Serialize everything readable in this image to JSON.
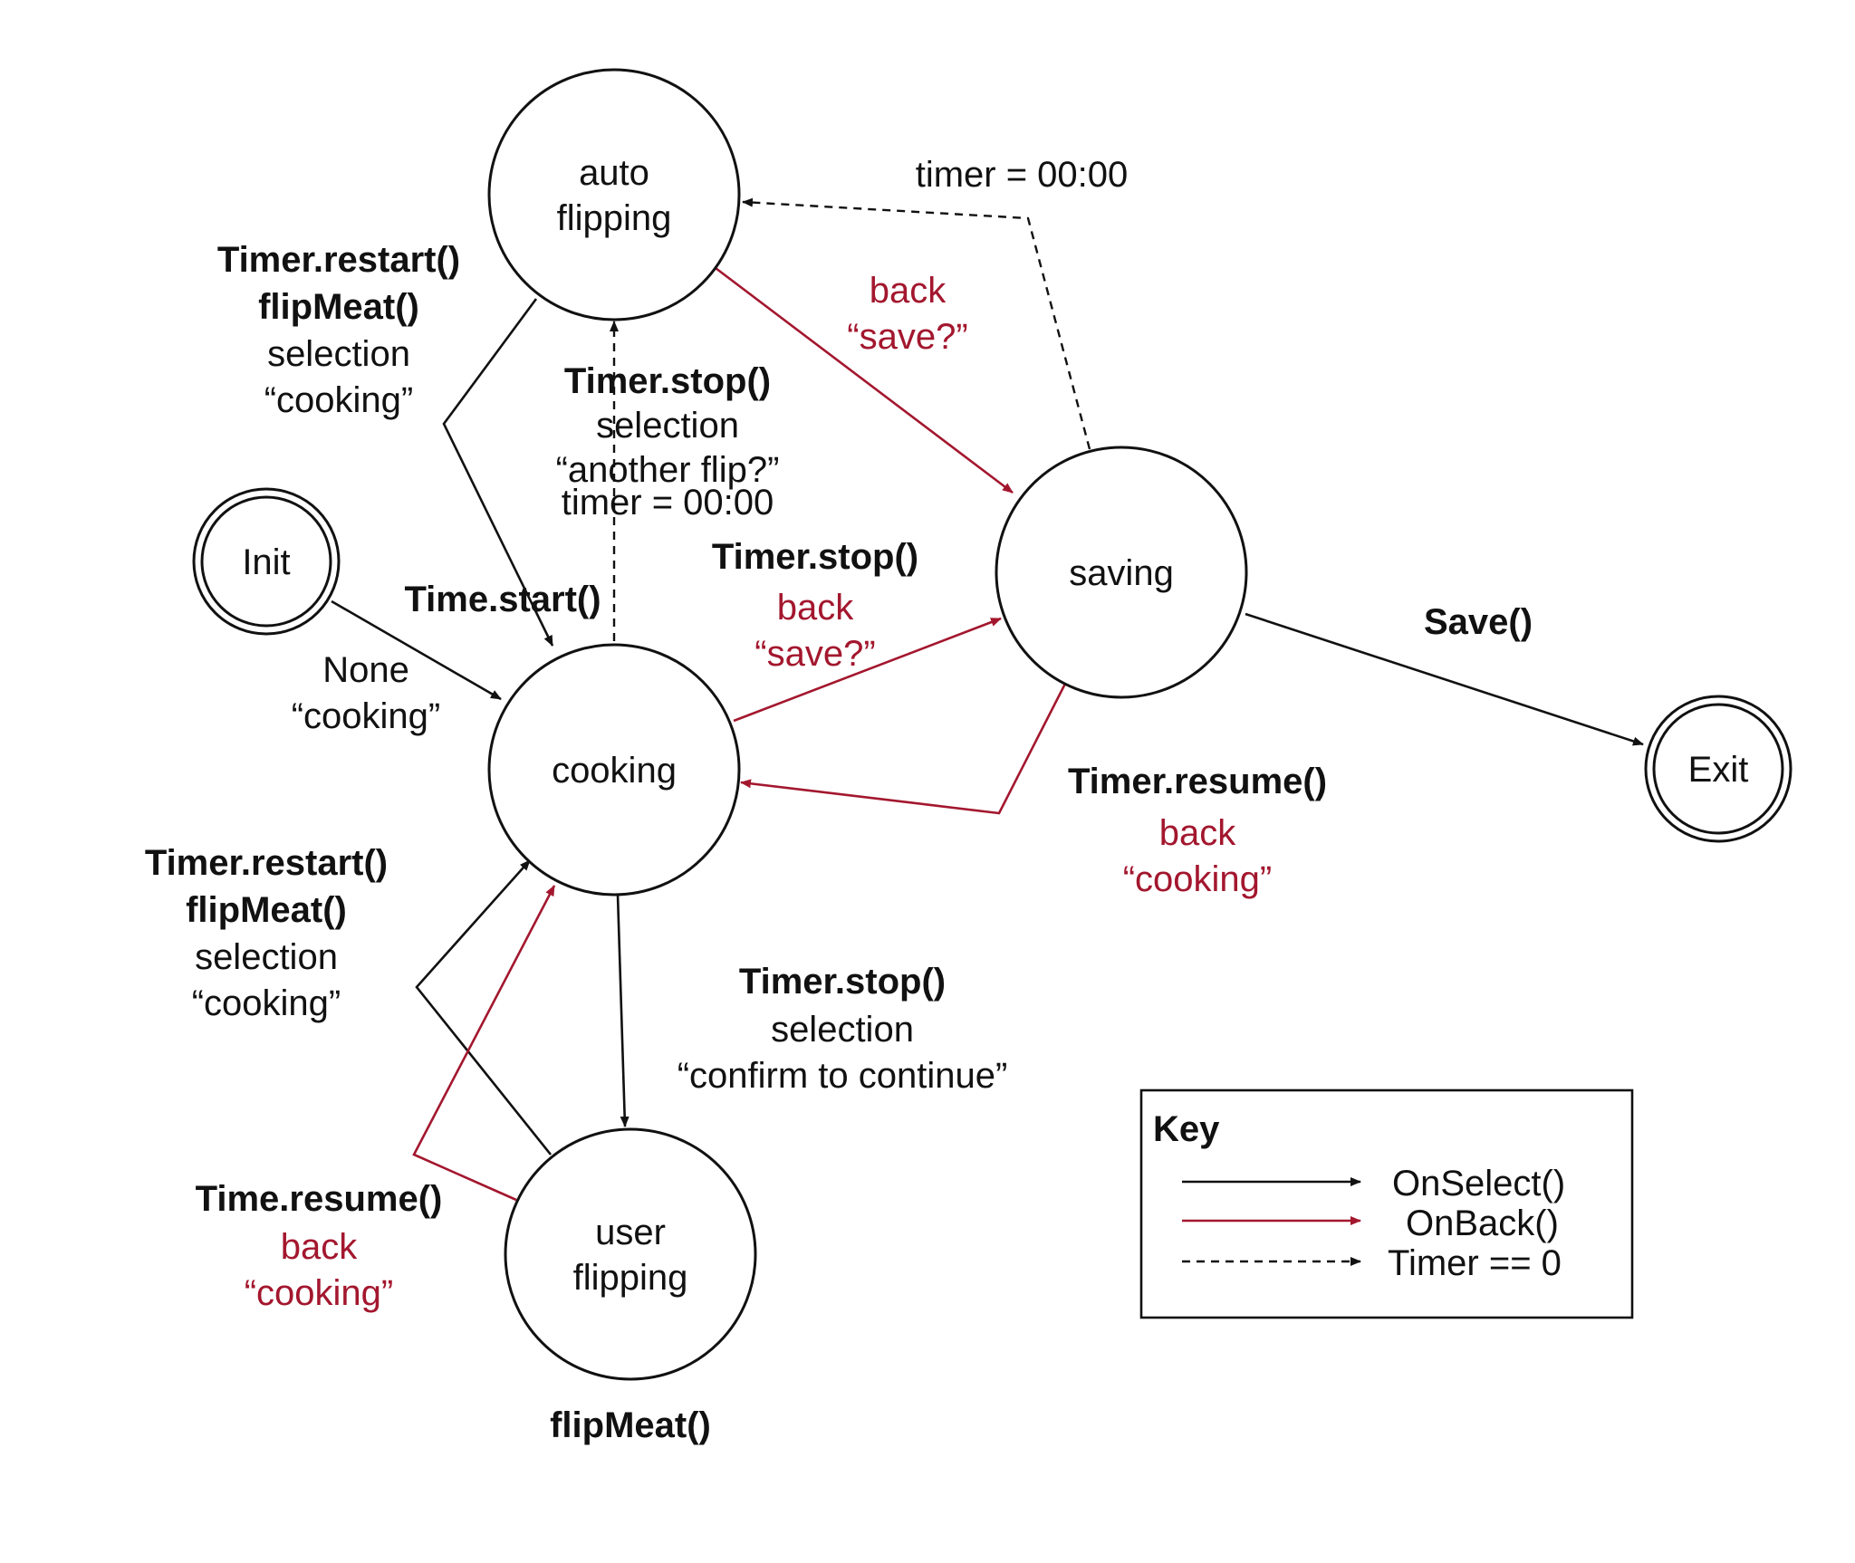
{
  "states": {
    "auto_flipping": [
      "auto",
      "flipping"
    ],
    "init": [
      "Init"
    ],
    "cooking": [
      "cooking"
    ],
    "saving": [
      "saving"
    ],
    "exit": [
      "Exit"
    ],
    "user_flipping": [
      "user",
      "flipping"
    ]
  },
  "transitions": {
    "auto_to_saving": [
      "back",
      "“save?”"
    ],
    "saving_to_auto": [
      "timer = 00:00"
    ],
    "auto_to_cooking": [
      "Timer.restart()",
      "flipMeat()",
      "selection",
      "“cooking”"
    ],
    "cooking_to_auto_action": [
      "Timer.stop()",
      "selection",
      "“another flip?”"
    ],
    "cooking_to_auto_trigger": [
      "timer = 00:00"
    ],
    "init_to_cooking_action": [
      "Time.start()"
    ],
    "init_to_cooking": [
      "None",
      "“cooking”"
    ],
    "cooking_to_saving_action": [
      "Timer.stop()"
    ],
    "cooking_to_saving": [
      "back",
      "“save?”"
    ],
    "saving_to_exit": [
      "Save()"
    ],
    "saving_to_cooking_action": [
      "Timer.resume()"
    ],
    "saving_to_cooking": [
      "back",
      "“cooking”"
    ],
    "user_to_cooking_select": [
      "Timer.restart()",
      "flipMeat()",
      "selection",
      "“cooking”"
    ],
    "cooking_to_user_action": [
      "Timer.stop()"
    ],
    "cooking_to_user": [
      "selection",
      "“confirm to continue”"
    ],
    "user_to_cooking_back_action": [
      "Time.resume()"
    ],
    "user_to_cooking_back": [
      "back",
      "“cooking”"
    ],
    "user_flipping_action": [
      "flipMeat()"
    ]
  },
  "key": {
    "title": "Key",
    "items": [
      "OnSelect()",
      "OnBack()",
      "Timer == 0"
    ]
  },
  "colors": {
    "black": "#111111",
    "red": "#a3172e"
  }
}
